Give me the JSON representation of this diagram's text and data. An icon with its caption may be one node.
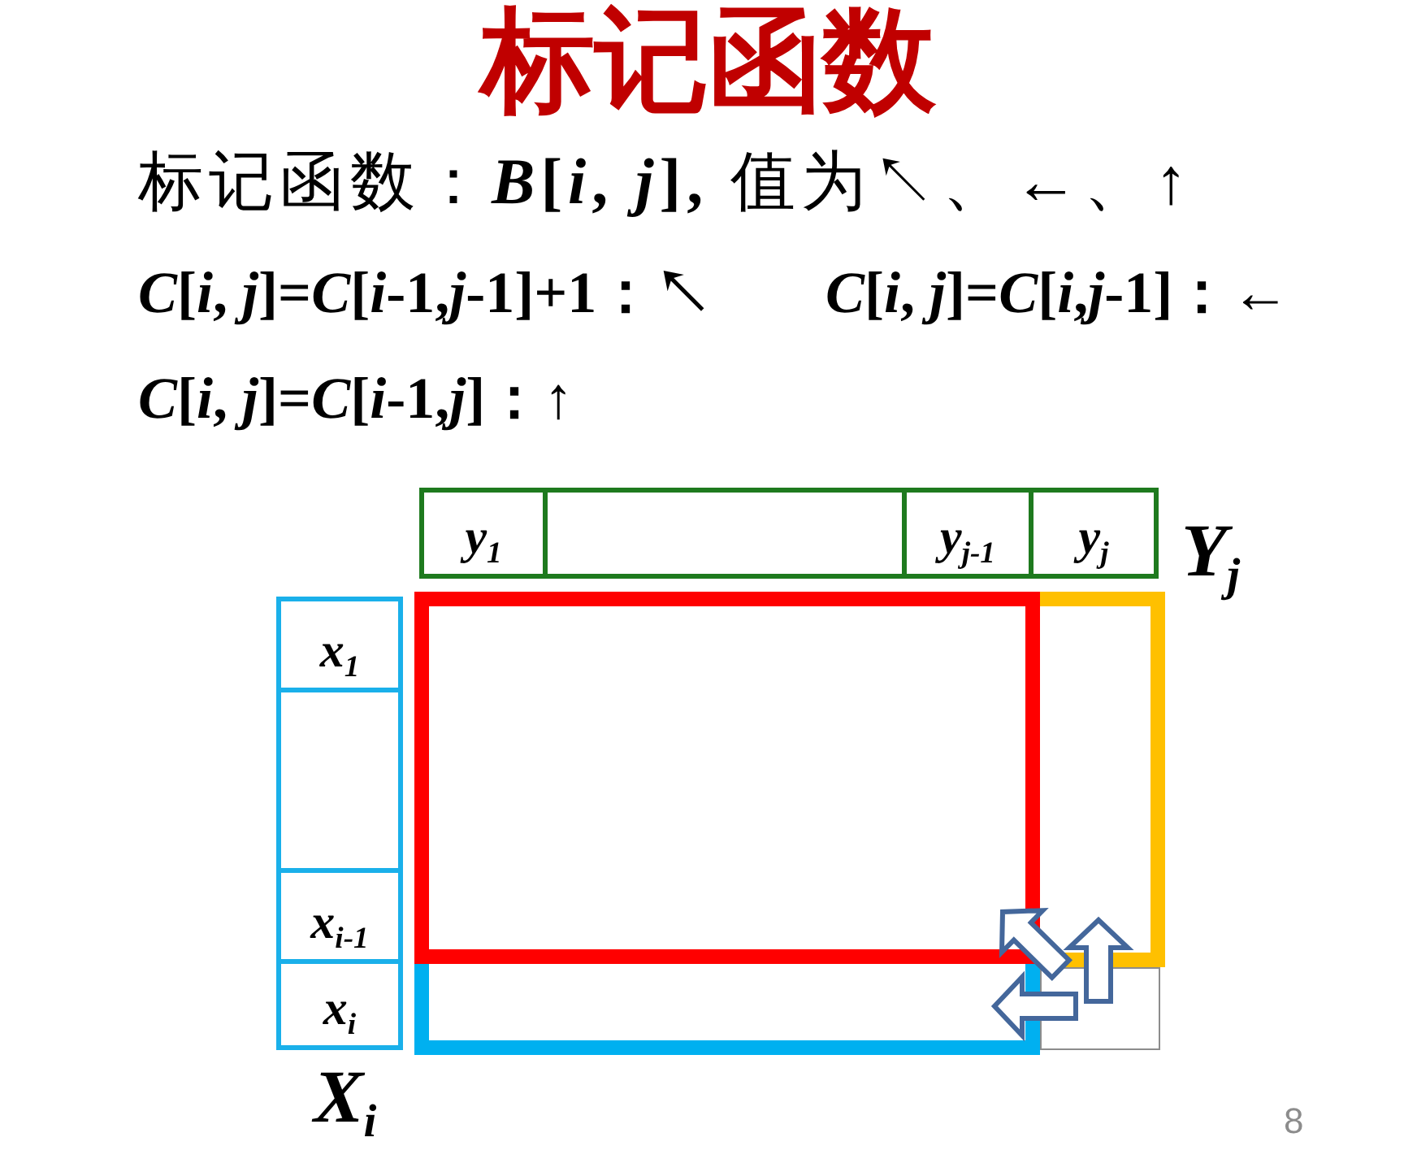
{
  "diagram": {
    "title": "标记函数",
    "nodes": [
      {
        "text": [
          "Y$_{j}$"
        ]
      },
      {
        "text": [
          "y$_{1}$"
        ],
        "in": 0
      },
      {
        "text": [],
        "shape": "box",
        "in": 0
      },
      {
        "text": [
          "y$_{j-1}$"
        ],
        "in": 0
      },
      {
        "text": [
          "y$_{j}$"
        ],
        "in": 0
      },
      {
        "text": [
          "X$_{i}$"
        ]
      },
      {
        "text": [
          "x$_{1}$"
        ],
        "in": 5
      },
      {
        "text": [],
        "shape": "box",
        "in": 5
      },
      {
        "text": [
          "x$_{i-1}$"
        ],
        "in": 5
      },
      {
        "text": [
          "x$_{i}$"
        ],
        "in": 5
      },
      {
        "text": [],
        "shape": "box"
      },
      {
        "text": [],
        "shape": "box"
      },
      {
        "text": [],
        "shape": "box"
      },
      {
        "text": [],
        "shape": "box"
      }
    ],
    "edges": [
      {
        "from": 13,
        "to": 10,
        "arrow": "to"
      },
      {
        "from": 13,
        "to": 11,
        "arrow": "to"
      },
      {
        "from": 13,
        "to": 12,
        "arrow": "to"
      }
    ],
    "labels": [
      "标记函数：***B*[*i*, *j*],** 值为↖、←、↑",
      "*C*[*i*, *j*]=*C*[*i*-1,*j*-1]+1：↖",
      "*C*[*i*, *j*]=*C*[*i*,*j*-1]：←",
      "*C*[*i*, *j*]=*C*[*i*-1,*j*]：↑",
      "8"
    ]
  }
}
